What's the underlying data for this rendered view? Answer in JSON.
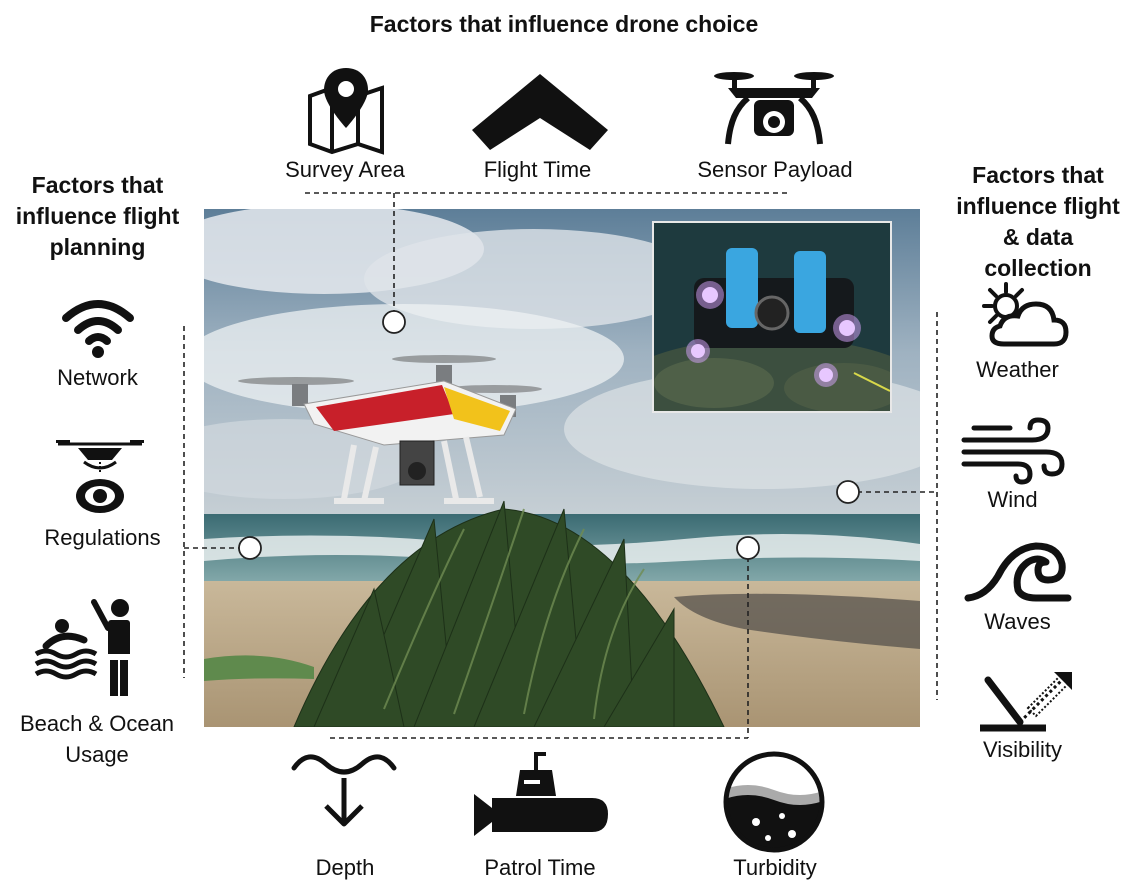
{
  "titles": {
    "top": "Factors that influence drone choice",
    "left": "Factors that influence flight planning",
    "right": "Factors that influence flight & data collection"
  },
  "top_factors": [
    {
      "label": "Survey Area",
      "icon": "map-pin-icon"
    },
    {
      "label": "Flight Time",
      "icon": "fixed-wing-drone-icon"
    },
    {
      "label": "Sensor Payload",
      "icon": "camera-drone-icon"
    }
  ],
  "left_factors": [
    {
      "label": "Network",
      "icon": "wifi-icon"
    },
    {
      "label": "Regulations",
      "icon": "drone-eye-icon"
    },
    {
      "label": "Beach & Ocean Usage",
      "icon": "swimmer-lifeguard-icon"
    }
  ],
  "right_factors": [
    {
      "label": "Weather",
      "icon": "sun-cloud-icon"
    },
    {
      "label": "Wind",
      "icon": "wind-icon"
    },
    {
      "label": "Waves",
      "icon": "wave-icon"
    },
    {
      "label": "Visibility",
      "icon": "light-reflection-icon"
    }
  ],
  "bottom_factors": [
    {
      "label": "Depth",
      "icon": "depth-arrow-icon"
    },
    {
      "label": "Patrol Time",
      "icon": "submarine-icon"
    },
    {
      "label": "Turbidity",
      "icon": "turbidity-icon"
    }
  ],
  "colors": {
    "text": "#111111",
    "rov_blue": "#3aa6e0",
    "drone_red": "#c8202a",
    "drone_yellow": "#f2c21b"
  }
}
